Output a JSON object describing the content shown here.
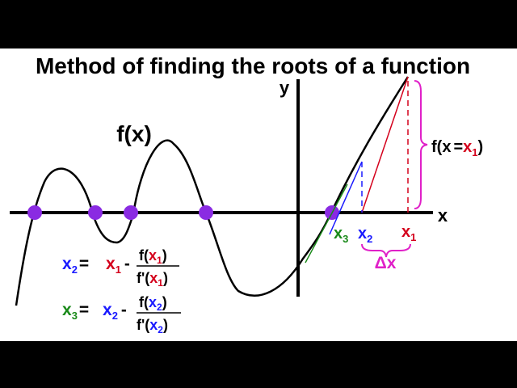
{
  "title": "Method of finding the roots of a function",
  "function_label": "f(x)",
  "axis_labels": {
    "x": "x",
    "y": "y"
  },
  "colors": {
    "background": "#ffffff",
    "letterbox": "#000000",
    "ink": "#000000",
    "root_dot": "#8a2be2",
    "x1": "#d4001c",
    "x2": "#1a1aff",
    "x3": "#1a8a1a",
    "delta": "#e020c8"
  },
  "points": {
    "x1": {
      "base": "x",
      "sub": "1"
    },
    "x2": {
      "base": "x",
      "sub": "2"
    },
    "x3": {
      "base": "x",
      "sub": "3"
    }
  },
  "delta_label": "Δx",
  "f_at_x1": {
    "prefix": "f(x",
    "eq": "=",
    "var": "x",
    "sub": "1",
    "close": ")"
  },
  "formulas": {
    "x2": {
      "lhs_base": "x",
      "lhs_sub": "2",
      "eq": "=",
      "term_base": "x",
      "term_sub": "1",
      "minus": "-",
      "num_prefix": "f(",
      "num_var": "x",
      "num_sub": "1",
      "num_close": ")",
      "den_prefix": "f'(",
      "den_var": "x",
      "den_sub": "1",
      "den_close": ")"
    },
    "x3": {
      "lhs_base": "x",
      "lhs_sub": "3",
      "eq": "=",
      "term_base": "x",
      "term_sub": "2",
      "minus": "-",
      "num_prefix": "f(",
      "num_var": "x",
      "num_sub": "2",
      "num_close": ")",
      "den_prefix": "f'(",
      "den_var": "x",
      "den_sub": "2",
      "den_close": ")"
    }
  }
}
